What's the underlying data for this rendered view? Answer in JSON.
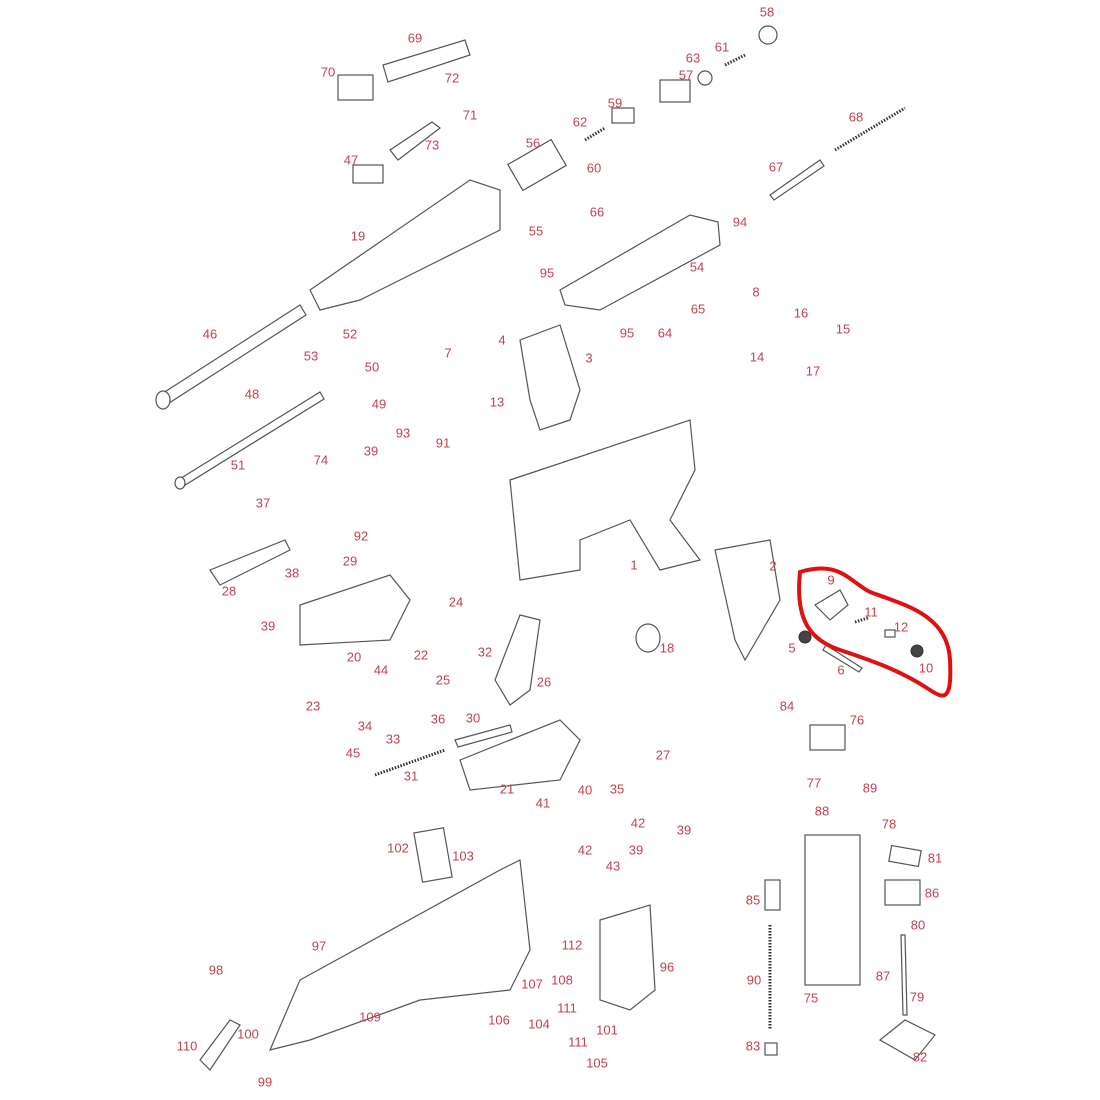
{
  "diagram": {
    "type": "exploded-parts-diagram",
    "highlight_color": "#e01010",
    "label_color": "#c8404f",
    "highlighted_parts": [
      "9",
      "11",
      "12",
      "10"
    ],
    "part_labels": [
      "58",
      "69",
      "61",
      "63",
      "70",
      "72",
      "57",
      "59",
      "71",
      "62",
      "56",
      "68",
      "73",
      "47",
      "60",
      "67",
      "19",
      "55",
      "66",
      "94",
      "95",
      "54",
      "8",
      "65",
      "46",
      "52",
      "16",
      "15",
      "4",
      "95",
      "64",
      "53",
      "7",
      "3",
      "50",
      "14",
      "17",
      "13",
      "48",
      "49",
      "93",
      "91",
      "74",
      "39",
      "51",
      "37",
      "92",
      "29",
      "1",
      "2",
      "9",
      "38",
      "28",
      "11",
      "24",
      "12",
      "39",
      "32",
      "22",
      "18",
      "5",
      "6",
      "10",
      "20",
      "44",
      "25",
      "26",
      "84",
      "76",
      "23",
      "36",
      "30",
      "34",
      "33",
      "45",
      "27",
      "31",
      "40",
      "35",
      "21",
      "77",
      "89",
      "41",
      "88",
      "42",
      "39",
      "78",
      "102",
      "103",
      "42",
      "39",
      "43",
      "81",
      "86",
      "85",
      "80",
      "97",
      "112",
      "96",
      "98",
      "108",
      "107",
      "90",
      "87",
      "75",
      "79",
      "111",
      "109",
      "106",
      "104",
      "101",
      "110",
      "100",
      "111",
      "83",
      "82",
      "105",
      "99"
    ]
  }
}
